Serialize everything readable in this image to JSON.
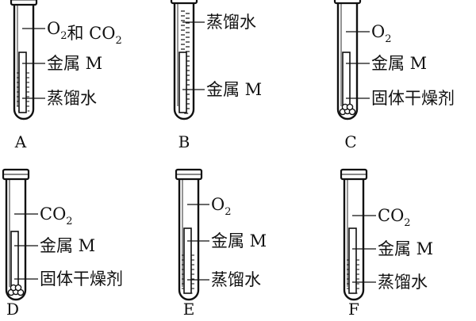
{
  "tubes": [
    {
      "id": "A",
      "caption": "A",
      "contents": {
        "gas": true,
        "water": "bottom",
        "metal": true,
        "desiccant": false
      },
      "labels": [
        {
          "role": "gas",
          "parts": [
            {
              "t": "O"
            },
            {
              "t": "2",
              "sub": true
            },
            {
              "t": "和 CO"
            },
            {
              "t": "2",
              "sub": true
            }
          ]
        },
        {
          "role": "metal",
          "parts": [
            {
              "t": "金属 M"
            }
          ]
        },
        {
          "role": "water",
          "parts": [
            {
              "t": "蒸馏水"
            }
          ]
        }
      ]
    },
    {
      "id": "B",
      "caption": "B",
      "contents": {
        "gas": false,
        "water": "full",
        "metal": true,
        "desiccant": false
      },
      "labels": [
        {
          "role": "water",
          "parts": [
            {
              "t": "蒸馏水"
            }
          ]
        },
        {
          "role": "metal",
          "parts": [
            {
              "t": "金属 M"
            }
          ]
        }
      ]
    },
    {
      "id": "C",
      "caption": "C",
      "contents": {
        "gas": true,
        "water": "none",
        "metal": true,
        "desiccant": true
      },
      "labels": [
        {
          "role": "gas",
          "parts": [
            {
              "t": "O"
            },
            {
              "t": "2",
              "sub": true
            }
          ]
        },
        {
          "role": "metal",
          "parts": [
            {
              "t": "金属 M"
            }
          ]
        },
        {
          "role": "desiccant",
          "parts": [
            {
              "t": "固体干燥剂"
            }
          ]
        }
      ]
    },
    {
      "id": "D",
      "caption": "D",
      "contents": {
        "gas": true,
        "water": "none",
        "metal": true,
        "desiccant": true
      },
      "labels": [
        {
          "role": "gas",
          "parts": [
            {
              "t": "CO"
            },
            {
              "t": "2",
              "sub": true
            }
          ]
        },
        {
          "role": "metal",
          "parts": [
            {
              "t": "金属 M"
            }
          ]
        },
        {
          "role": "desiccant",
          "parts": [
            {
              "t": "固体干燥剂"
            }
          ]
        }
      ]
    },
    {
      "id": "E",
      "caption": "E",
      "contents": {
        "gas": true,
        "water": "bottom",
        "metal": true,
        "desiccant": false
      },
      "labels": [
        {
          "role": "gas",
          "parts": [
            {
              "t": "O"
            },
            {
              "t": "2",
              "sub": true
            }
          ]
        },
        {
          "role": "metal",
          "parts": [
            {
              "t": "金属 M"
            }
          ]
        },
        {
          "role": "water",
          "parts": [
            {
              "t": "蒸馏水"
            }
          ]
        }
      ]
    },
    {
      "id": "F",
      "caption": "F",
      "contents": {
        "gas": true,
        "water": "bottom",
        "metal": true,
        "desiccant": false
      },
      "labels": [
        {
          "role": "gas",
          "parts": [
            {
              "t": "CO"
            },
            {
              "t": "2",
              "sub": true
            }
          ]
        },
        {
          "role": "metal",
          "parts": [
            {
              "t": "金属 M"
            }
          ]
        },
        {
          "role": "water",
          "parts": [
            {
              "t": "蒸馏水"
            }
          ]
        }
      ]
    }
  ]
}
